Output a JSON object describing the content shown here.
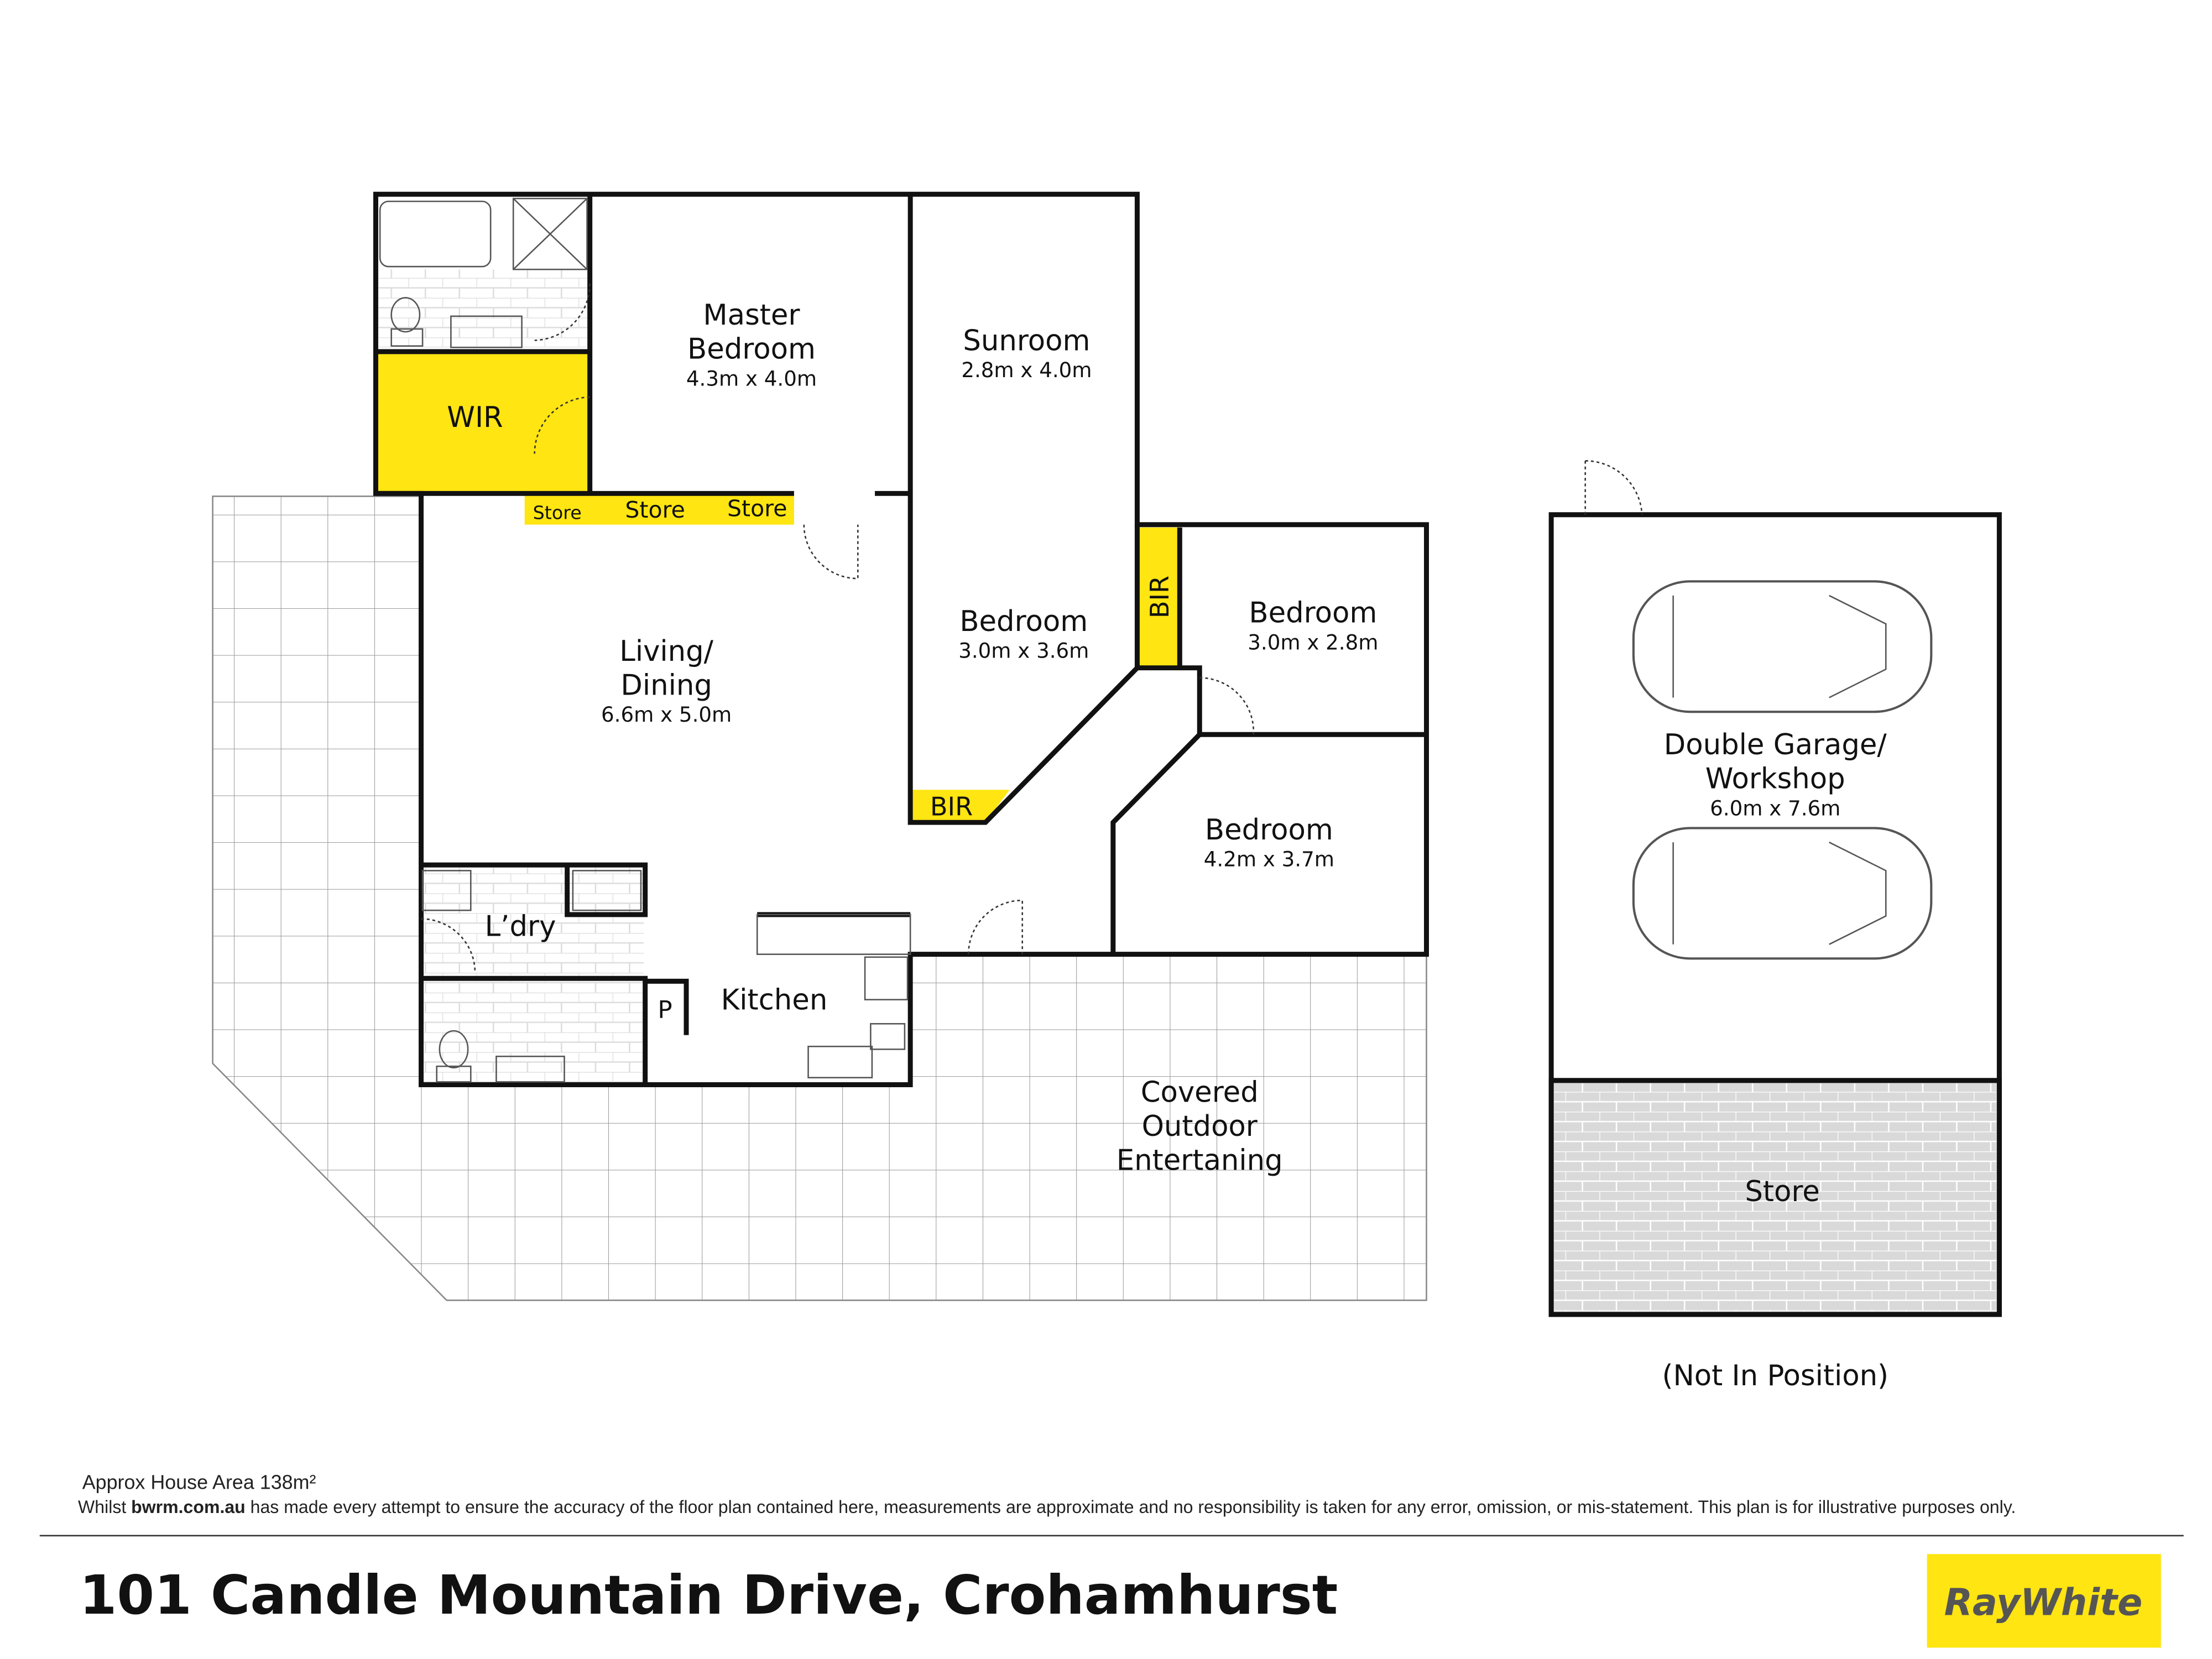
{
  "rooms": {
    "wir": {
      "name": "WIR"
    },
    "master": {
      "name1": "Master",
      "name2": "Bedroom",
      "dim": "4.3m x 4.0m"
    },
    "sunroom": {
      "name": "Sunroom",
      "dim": "2.8m x 4.0m"
    },
    "store_small": {
      "name": "Store"
    },
    "store_mid": {
      "name": "Store"
    },
    "store_right": {
      "name": "Store"
    },
    "living": {
      "name1": "Living/",
      "name2": "Dining",
      "dim": "6.6m x 5.0m"
    },
    "bedroom2": {
      "name": "Bedroom",
      "dim": "3.0m x 3.6m"
    },
    "bir1": {
      "name": "BIR"
    },
    "bir2": {
      "name": "BIR"
    },
    "bedroom3": {
      "name": "Bedroom",
      "dim": "3.0m x 2.8m"
    },
    "bedroom4": {
      "name": "Bedroom",
      "dim": "4.2m x 3.7m"
    },
    "laundry": {
      "name": "L’dry"
    },
    "pantry": {
      "name": "P"
    },
    "kitchen": {
      "name": "Kitchen"
    },
    "outdoor": {
      "name1": "Covered",
      "name2": "Outdoor",
      "name3": "Entertaning"
    },
    "garage": {
      "name1": "Double Garage/",
      "name2": "Workshop",
      "dim": "6.0m x 7.6m"
    },
    "garage_store": {
      "name": "Store"
    }
  },
  "not_in_position": "(Not In Position)",
  "footer": {
    "area": "Approx House Area 138m²",
    "disclaimer_prefix": "Whilst ",
    "disclaimer_site": "bwrm.com.au",
    "disclaimer_rest": " has made every attempt to ensure the accuracy of the floor plan contained here, measurements are approximate and no responsibility is taken for any error, omission, or mis-statement. This plan is for illustrative purposes only.",
    "address": "101 Candle Mountain Drive, Crohamhurst",
    "logo": "RayWhite"
  },
  "colors": {
    "accent": "#FFE512",
    "wall": "#111111",
    "logo_text": "#555555"
  }
}
